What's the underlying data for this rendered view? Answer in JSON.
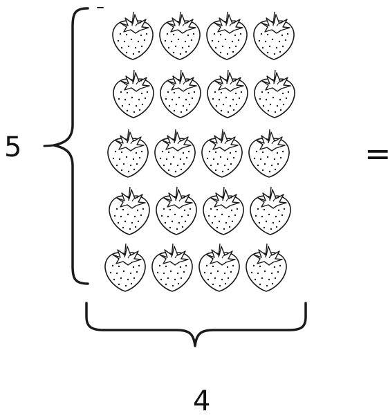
{
  "diagram": {
    "rows_label": "5",
    "columns_label": "4",
    "equals": "=",
    "rows": 5,
    "columns": 4,
    "item_icon": "strawberry-icon",
    "colors": {
      "stroke": "#1a1a1a",
      "fill": "#ffffff"
    }
  }
}
